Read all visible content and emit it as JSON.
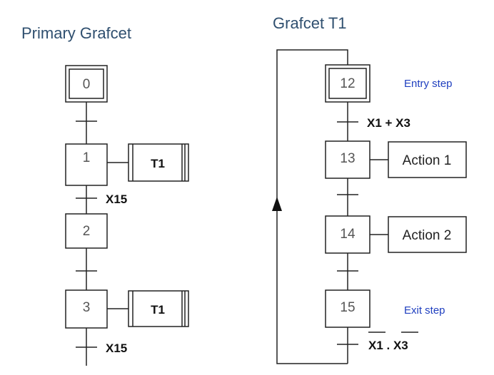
{
  "left_title": "Primary Grafcet",
  "right_title": "Grafcet T1",
  "primary": {
    "steps": [
      "0",
      "1",
      "2",
      "3"
    ],
    "macro_1": "T1",
    "macro_3": "T1",
    "cond_1": "X15",
    "cond_3": "X15"
  },
  "t1": {
    "steps": [
      "12",
      "13",
      "14",
      "15"
    ],
    "cond_12": "X1 + X3",
    "action_13": "Action 1",
    "action_14": "Action 2",
    "cond_15_a": "X1",
    "cond_15_dot": " . ",
    "cond_15_b": "X3",
    "entry_label": "Entry step",
    "exit_label": "Exit step"
  },
  "colors": {
    "title": "#2f4f6f",
    "annotation": "#1f3fbf",
    "stroke": "#222222"
  }
}
